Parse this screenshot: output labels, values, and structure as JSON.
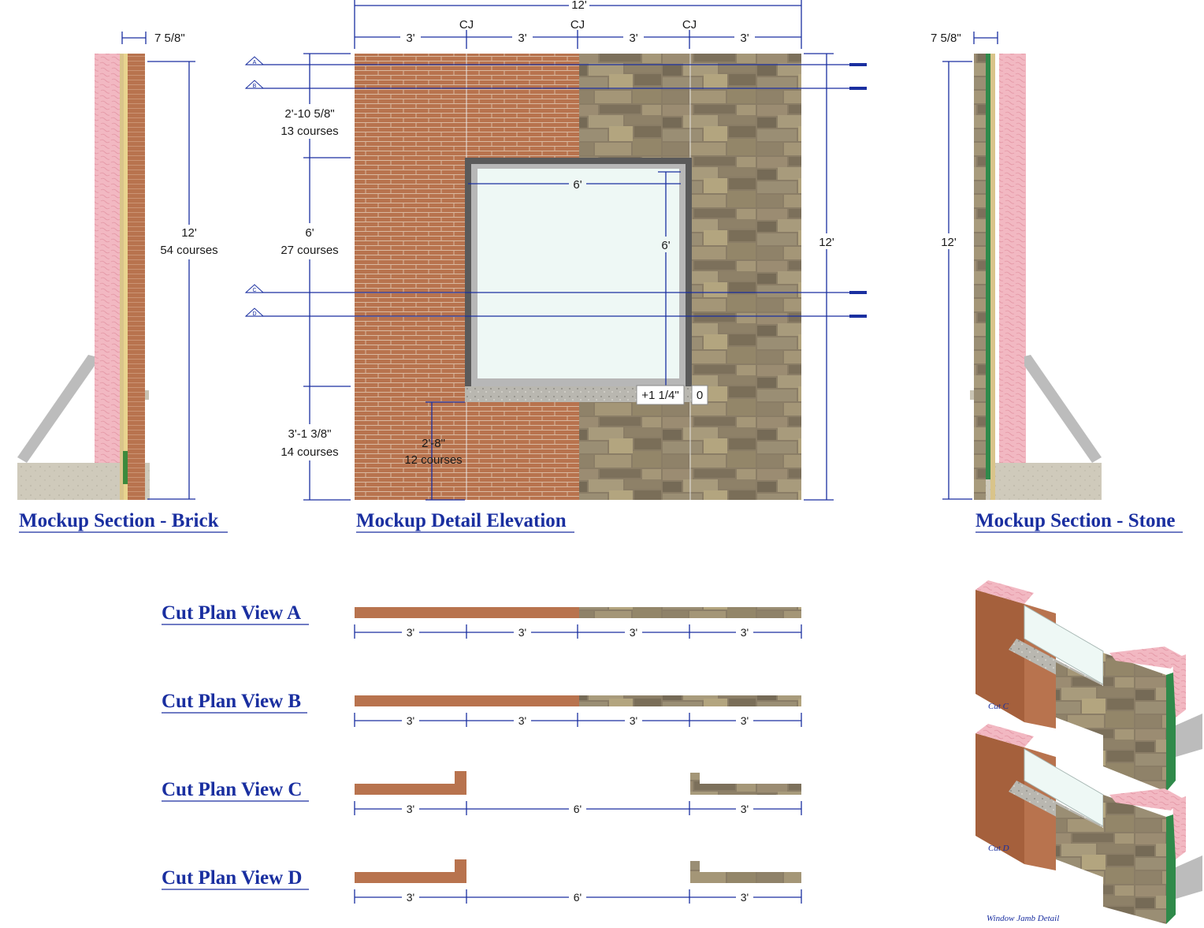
{
  "titles": {
    "section_brick": "Mockup Section - Brick",
    "elevation": "Mockup Detail Elevation",
    "section_stone": "Mockup Section - Stone",
    "cut_a": "Cut Plan View A",
    "cut_b": "Cut Plan View B",
    "cut_c": "Cut Plan View C",
    "cut_d": "Cut Plan View D"
  },
  "dimensions": {
    "wall_thickness": "7 5/8\"",
    "overall_width": "12'",
    "bay": "3'",
    "control_joint": "CJ",
    "overall_height": "12'",
    "height_courses": "54 courses",
    "upper_height": "2'-10 5/8\"",
    "upper_courses": "13 courses",
    "window_zone_height": "6'",
    "window_zone_courses": "27 courses",
    "lower_height": "3'-1 3/8\"",
    "lower_courses": "14 courses",
    "window_width": "6'",
    "window_height": "6'",
    "sill_height": "2'-8\"",
    "sill_courses": "12 courses",
    "sill_offset": "+1 1/4\"",
    "sill_zero": "0"
  },
  "cut_tags": [
    "A",
    "B",
    "C",
    "D"
  ],
  "detail_captions": {
    "cut_c": "Cut C",
    "cut_d": "Cut D",
    "jamb": "Window Jamb Detail"
  },
  "colors": {
    "annotation_blue": "#1a2fa0",
    "brick": "#b8734e",
    "mortar": "#d9b9a0",
    "stone": "#8a7d66",
    "insulation": "#f2b8c2",
    "concrete": "#cfcabb",
    "glass": "#eef8f5"
  }
}
